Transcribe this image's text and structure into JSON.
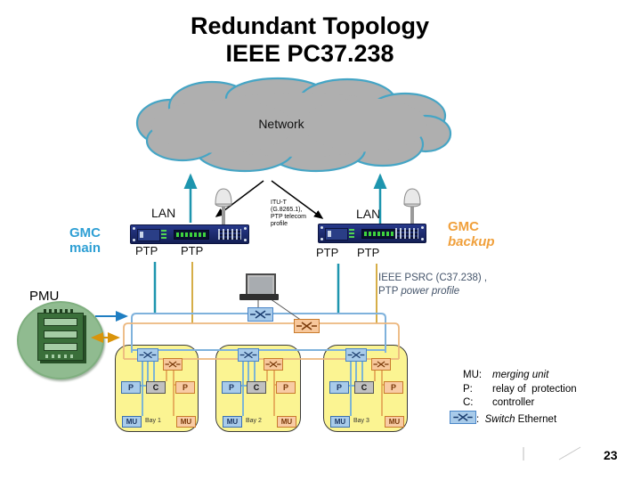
{
  "slide": {
    "title_line1": "Redundant Topology",
    "title_line2": "IEEE PC37.238",
    "page_number": "23"
  },
  "cloud": {
    "label": "Network"
  },
  "gmc_main": {
    "name": "GMC",
    "role": "main",
    "lan": "LAN",
    "ptp1": "PTP",
    "ptp2": "PTP"
  },
  "gmc_backup": {
    "name": "GMC",
    "role": "backup",
    "lan": "LAN",
    "ptp1": "PTP",
    "ptp2": "PTP"
  },
  "itu_note": {
    "line1": "ITU-T",
    "line2": "(G.8265.1),",
    "line3": "PTP telecom",
    "line4": "profile"
  },
  "psrc_note": {
    "line1": "IEEE PSRC (C37.238) ,",
    "line2_plain": "PTP ",
    "line2_italic": "power profile"
  },
  "pmu": {
    "label": "PMU"
  },
  "bays": [
    {
      "label": "Bay 1",
      "p_main": "P",
      "controller": "C",
      "p_backup": "P",
      "mu_main": "MU",
      "mu_backup": "MU"
    },
    {
      "label": "Bay 2",
      "p_main": "P",
      "controller": "C",
      "p_backup": "P",
      "mu_main": "MU",
      "mu_backup": "MU"
    },
    {
      "label": "Bay 3",
      "p_main": "P",
      "controller": "C",
      "p_backup": "P",
      "mu_main": "MU",
      "mu_backup": "MU"
    }
  ],
  "legend": {
    "rows": [
      {
        "key": "MU:",
        "em": "merging unit",
        "text": ""
      },
      {
        "key": "P:",
        "em": "",
        "text": "relay of  protection"
      },
      {
        "key": "C:",
        "em": "",
        "text": "controller"
      },
      {
        "key": ":  ",
        "em": "Switch",
        "text": " Ethernet"
      }
    ]
  },
  "colors": {
    "cloud_fill": "#AFAFAF",
    "cloud_border": "#45A5C5",
    "teal_line": "#1D95AE",
    "orange_line": "#C8920B",
    "blue_bus": "#7FB2DC",
    "orange_bus": "#ECB77E",
    "gmc_main_text": "#2E9FD4",
    "gmc_backup_text": "#F0A03C",
    "bay_fill": "#FBF492",
    "switch_blue_fill": "#A8CBEA",
    "switch_orange_fill": "#F7C79B",
    "pmu_fill": "#90BB90"
  }
}
